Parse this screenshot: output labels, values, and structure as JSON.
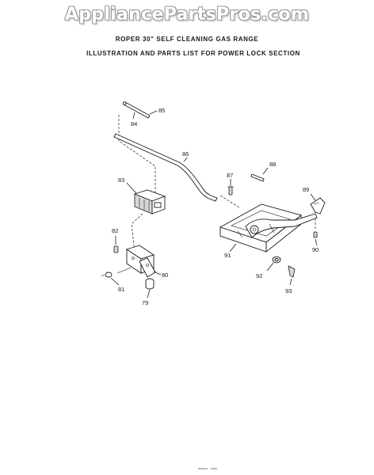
{
  "watermark": "AppliancePartsPros.com",
  "header": {
    "line1": "ROPER 30\" SELF CLEANING GAS RANGE",
    "line2": "ILLUSTRATION AND PARTS LIST FOR POWER LOCK SECTION"
  },
  "callouts": {
    "c79": "79",
    "c80": "80",
    "c81": "81",
    "c82": "82",
    "c83": "83",
    "c84": "84",
    "c85": "85",
    "c86": "86",
    "c87": "87",
    "c88": "88",
    "c89": "89",
    "c90": "90",
    "c91": "91",
    "c92": "92",
    "c93": "93"
  }
}
